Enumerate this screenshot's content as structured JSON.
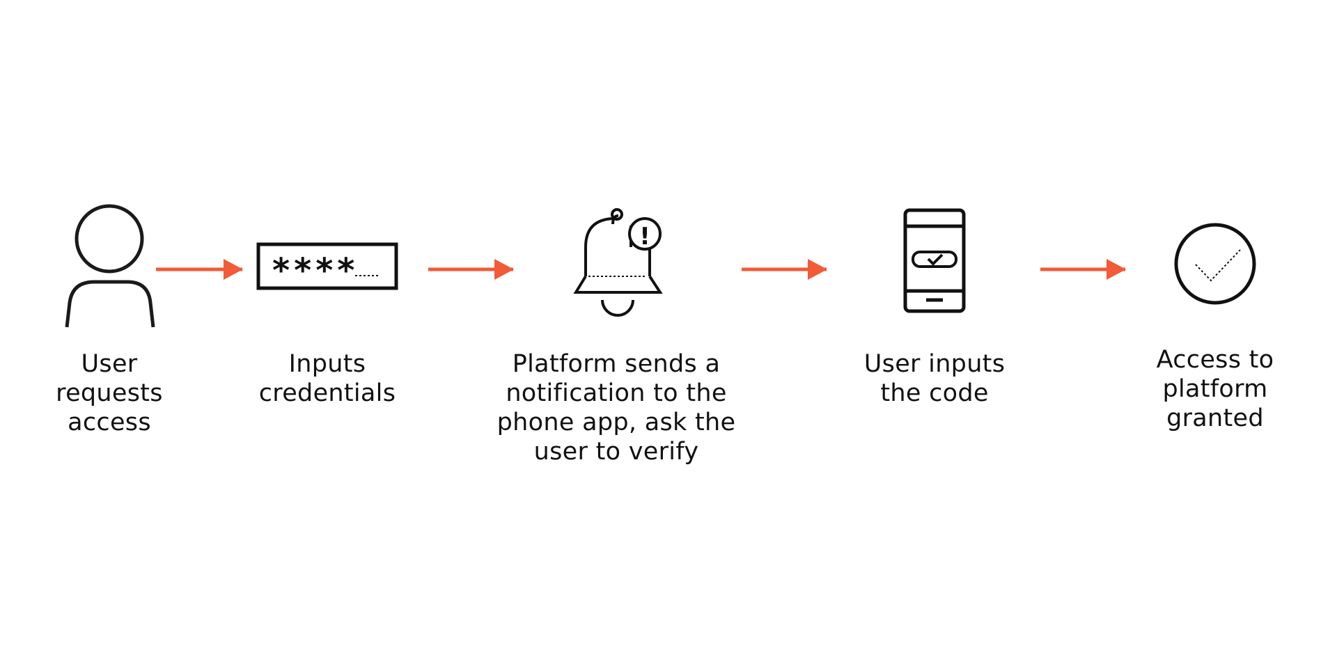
{
  "accent_color": "#f25a38",
  "stroke_color": "#111111",
  "steps": [
    {
      "icon": "user-icon",
      "label": "User\nrequests\naccess"
    },
    {
      "icon": "password-field-icon",
      "label": "Inputs\ncredentials",
      "mask_text": "****"
    },
    {
      "icon": "bell-alert-icon",
      "label": "Platform sends a\nnotification to the\nphone app, ask the\nuser to verify",
      "badge_text": "!"
    },
    {
      "icon": "phone-check-icon",
      "label": "User inputs\nthe code"
    },
    {
      "icon": "check-circle-icon",
      "label": "Access to\nplatform\ngranted"
    }
  ]
}
